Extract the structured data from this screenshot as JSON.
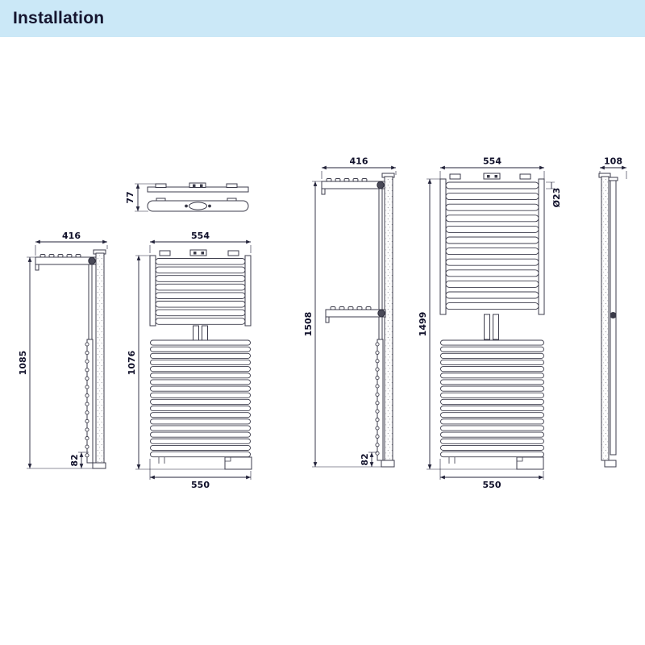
{
  "header": {
    "title": "Installation"
  },
  "colors": {
    "header_bg": "#cbe8f7",
    "title_text": "#15152f",
    "line": "#3d3d4c"
  },
  "figures": {
    "top_view": {
      "depth": "77"
    },
    "side_view_short": {
      "bracket_width": "416",
      "height": "1085",
      "floor_clearance": "82"
    },
    "front_view_short": {
      "top_width": "554",
      "height": "1076",
      "bottom_width": "550"
    },
    "side_view_tall": {
      "bracket_width": "416",
      "height": "1508",
      "floor_clearance": "82"
    },
    "front_view_tall": {
      "top_width": "554",
      "tube_diameter": "Ø23",
      "height": "1499",
      "bottom_width": "550"
    },
    "profile_view_tall": {
      "depth": "108"
    }
  }
}
